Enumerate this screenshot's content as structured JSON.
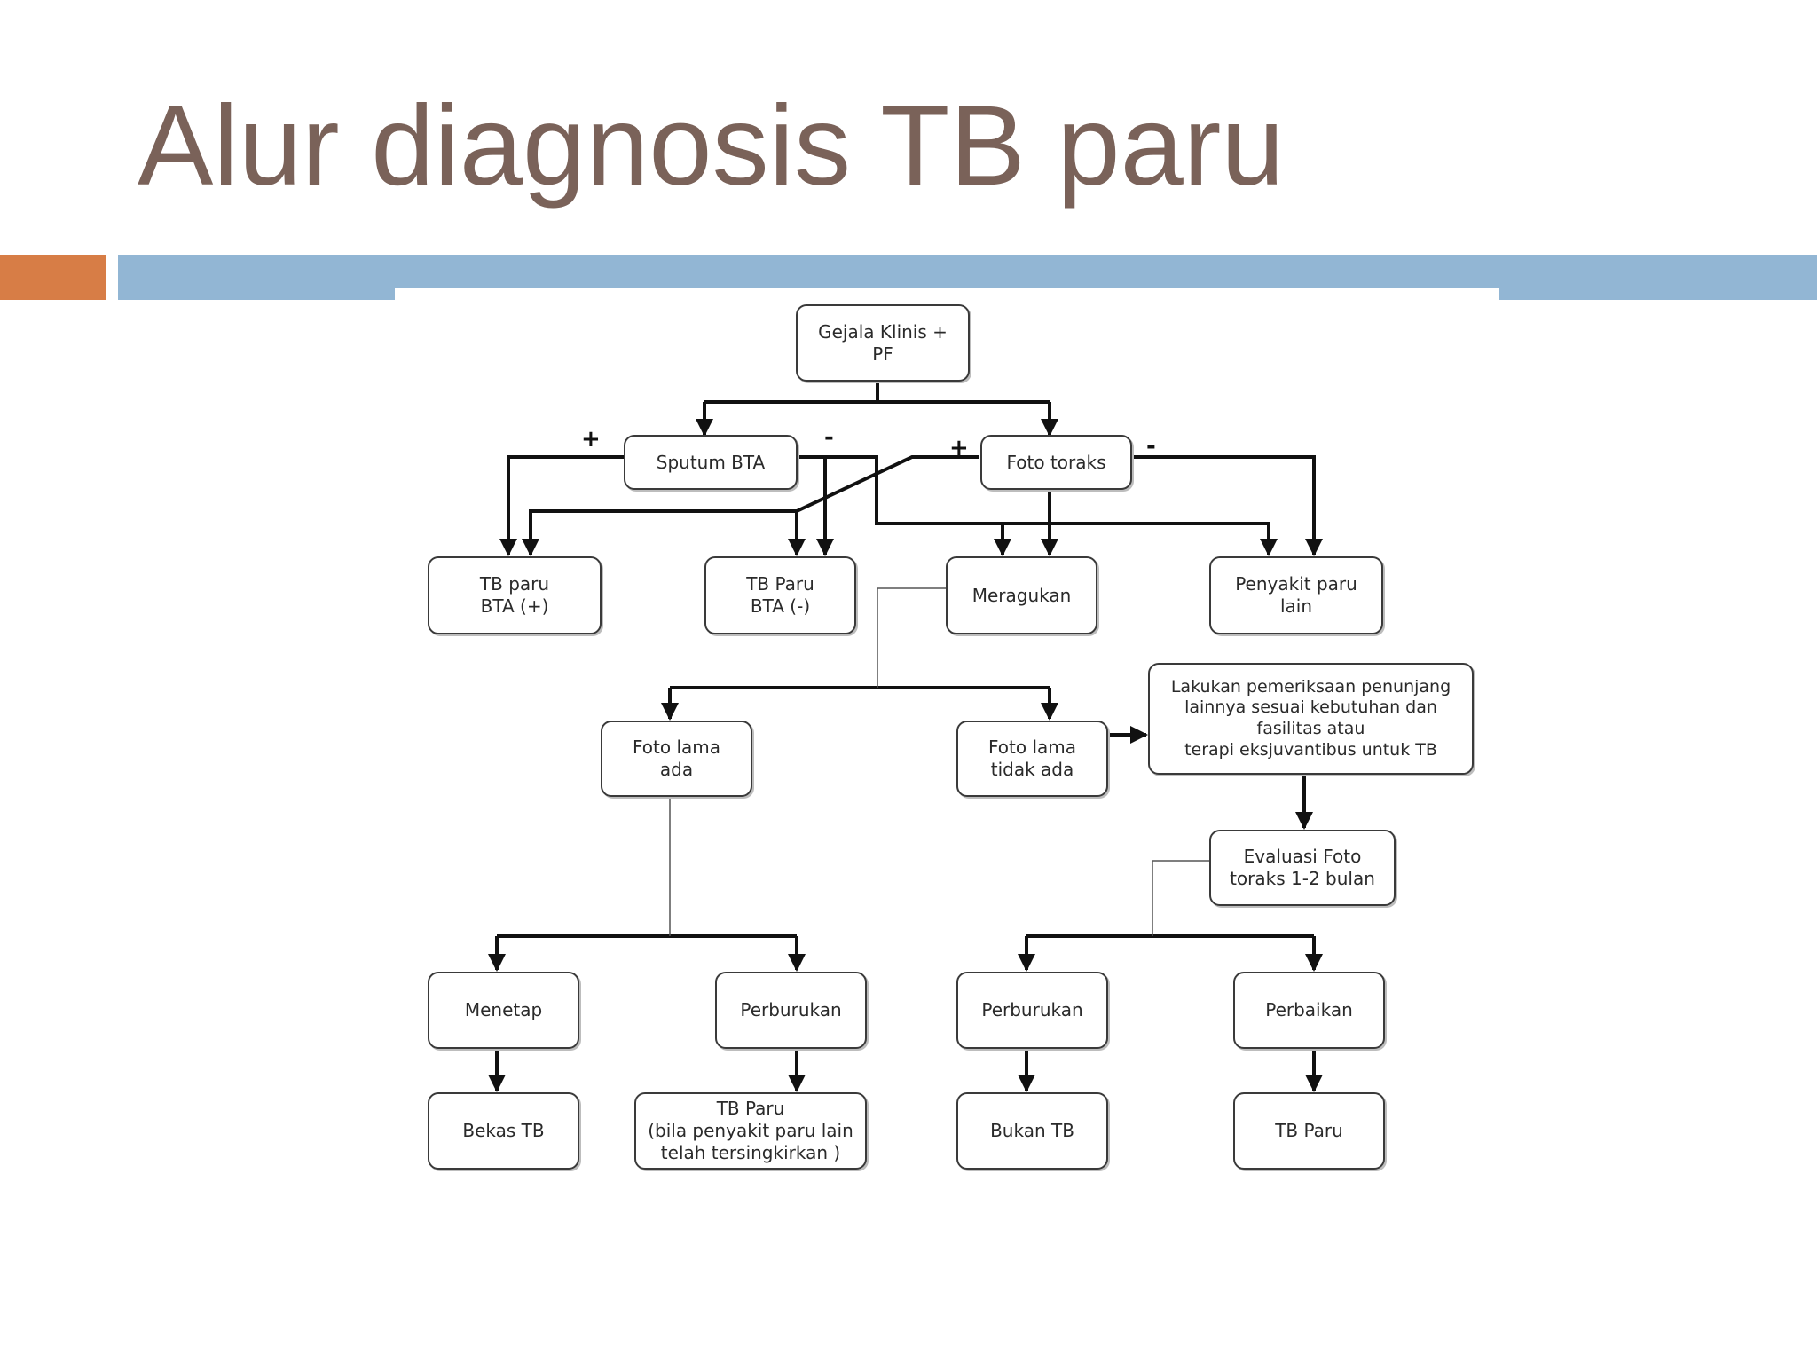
{
  "slide": {
    "title": "Alur diagnosis TB paru",
    "colors": {
      "title": "#7a6259",
      "accent_orange": "#d77d46",
      "accent_blue": "#92b6d4"
    }
  },
  "flowchart": {
    "nodes": {
      "gejala": "Gejala Klinis +\nPF",
      "sputum": "Sputum BTA",
      "foto": "Foto   toraks",
      "tb_bta_pos": "TB paru\nBTA (+)",
      "tb_bta_neg": "TB Paru\nBTA (-)",
      "meragukan": "Meragukan",
      "penyakit_lain": "Penyakit paru\nlain",
      "foto_lama_ada": "Foto lama\nada",
      "foto_lama_tidak": "Foto lama\ntidak ada",
      "lakukan": "Lakukan pemeriksaan penunjang\nlainnya sesuai kebutuhan dan\nfasilitas  atau\nterapi  eksjuvantibus untuk TB",
      "evaluasi": "Evaluasi  Foto\ntoraks  1-2 bulan",
      "menetap": "Menetap",
      "perburukan_1": "Perburukan",
      "perburukan_2": "Perburukan",
      "perbaikan": "Perbaikan",
      "bekas_tb": "Bekas  TB",
      "tb_paru_bila": "TB Paru\n(bila penyakit  paru lain\ntelah tersingkirkan )",
      "bukan_tb": "Bukan TB",
      "tb_paru": "TB Paru"
    },
    "signs": {
      "sputum_pos": "+",
      "sputum_neg": "-",
      "foto_pos": "+",
      "foto_neg": "-"
    }
  }
}
